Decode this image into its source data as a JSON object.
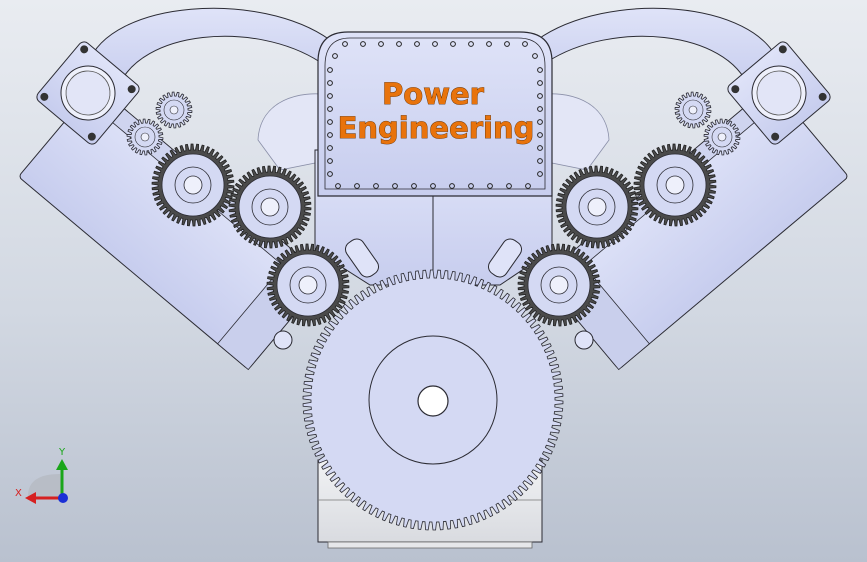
{
  "viewport": {
    "label_line1": "Power",
    "label_line2": "Engineering"
  },
  "triad": {
    "x_label": "X",
    "y_label": "Y"
  },
  "colors": {
    "part_fill": "#d4d9f3",
    "part_shade": "#c3c9ea",
    "edge": "#2b2b33",
    "gear_dark": "#4a4a4a",
    "label_orange": "#e8730c",
    "axis_x": "#d62020",
    "axis_y": "#1aa61a",
    "axis_z": "#1a2fd6"
  }
}
